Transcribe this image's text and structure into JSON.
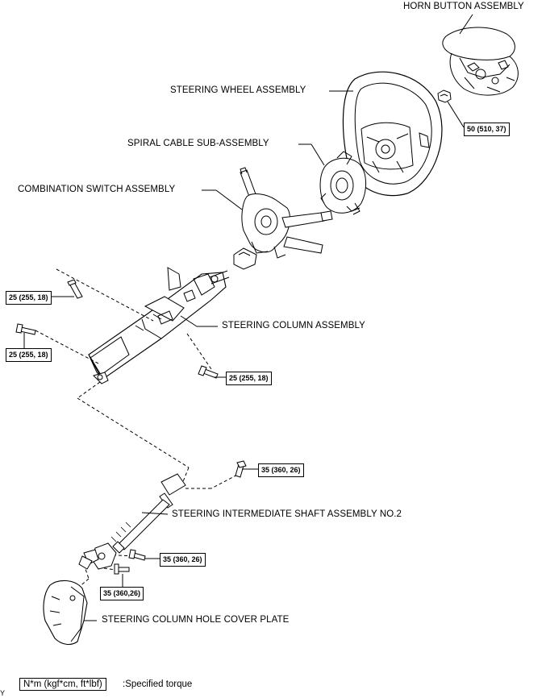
{
  "parts": {
    "horn_button": "HORN BUTTON ASSEMBLY",
    "steering_wheel": "STEERING WHEEL ASSEMBLY",
    "spiral_cable": "SPIRAL CABLE SUB-ASSEMBLY",
    "combination_switch": "COMBINATION SWITCH ASSEMBLY",
    "steering_column": "STEERING COLUMN ASSEMBLY",
    "intermediate_shaft": "STEERING INTERMEDIATE SHAFT ASSEMBLY NO.2",
    "hole_cover_plate": "STEERING COLUMN HOLE COVER PLATE"
  },
  "torques": {
    "wheel_nut": "50 (510, 37)",
    "column_bolt_upper": "25 (255, 18)",
    "column_bolt_left": "25 (255, 18)",
    "column_bolt_lower": "25 (255, 18)",
    "shaft_bolt_upper": "35 (360, 26)",
    "shaft_bolt_lower": "35 (360, 26)",
    "shaft_bolt_bottom": "35 (360,26)"
  },
  "legend": {
    "unit": "N*m (kgf*cm, ft*lbf)",
    "description": ":Specified torque"
  },
  "corner_mark": "Y"
}
